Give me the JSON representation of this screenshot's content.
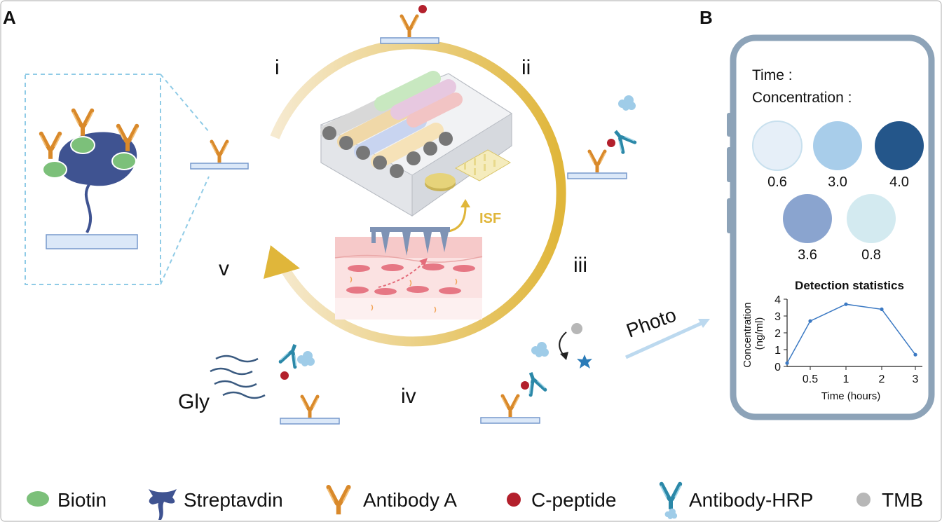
{
  "panels": {
    "a": "A",
    "b": "B"
  },
  "steps": [
    "i",
    "ii",
    "iii",
    "iv",
    "v"
  ],
  "labels": {
    "isf": "ISF",
    "gly": "Gly",
    "photo": "Photo"
  },
  "phone": {
    "time_label": "Time :",
    "concentration_label": "Concentration :",
    "circles": [
      {
        "value": "0.6",
        "color": "#e6eff8"
      },
      {
        "value": "3.0",
        "color": "#a8cdea"
      },
      {
        "value": "4.0",
        "color": "#24568a"
      },
      {
        "value": "3.6",
        "color": "#8aa4cf"
      },
      {
        "value": "0.8",
        "color": "#d3eaf0"
      }
    ]
  },
  "chart_data": {
    "type": "line",
    "title": "Detection statistics",
    "xlabel": "Time (hours)",
    "ylabel": "Concentration (ng/ml)",
    "x_ticks": [
      "0.5",
      "1",
      "2",
      "3"
    ],
    "y_ticks": [
      "0",
      "1",
      "2",
      "3",
      "4"
    ],
    "ylim": [
      0,
      4
    ],
    "series": [
      {
        "x": [
          "0",
          "0.5",
          "1",
          "2",
          "3"
        ],
        "values": [
          0.2,
          2.7,
          3.7,
          3.4,
          0.7
        ]
      }
    ],
    "color": "#3b79c3"
  },
  "legend": [
    {
      "icon": "biotin-icon",
      "label": "Biotin"
    },
    {
      "icon": "streptavidin-icon",
      "label": "Streptavdin"
    },
    {
      "icon": "antibody-a-icon",
      "label": "Antibody A"
    },
    {
      "icon": "c-peptide-icon",
      "label": "C-peptide"
    },
    {
      "icon": "antibody-hrp-icon",
      "label": "Antibody-HRP"
    },
    {
      "icon": "tmb-icon",
      "label": "TMB"
    }
  ],
  "colors": {
    "antibody_a": "#d9892a",
    "antibody_hrp": "#2b88a8",
    "biotin": "#7cc07a",
    "streptavidin": "#3f5391",
    "c_peptide": "#b3202c",
    "tmb": "#b7b7b7",
    "arrow": "#e0b63a",
    "substrate_fill": "#dbe8f8",
    "substrate_stroke": "#7799cc"
  }
}
